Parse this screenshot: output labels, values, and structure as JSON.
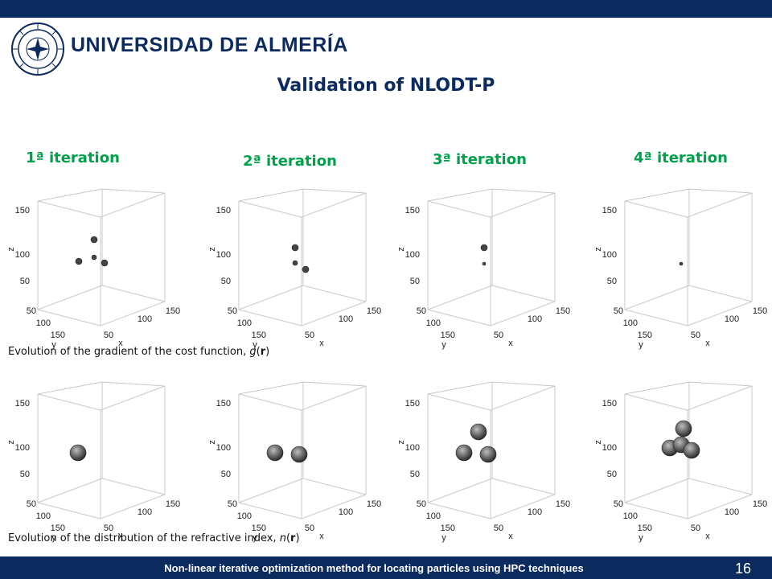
{
  "header": {
    "org_name": "UNIVERSIDAD DE ALMERÍA",
    "logo_icon": "university-seal-icon",
    "colors": {
      "bar": "#0b2a5e",
      "accent": "#00a04a"
    }
  },
  "title": "Validation of NLODT-P",
  "iterations": [
    "1ª iteration",
    "2ª iteration",
    "3ª iteration",
    "4ª iteration"
  ],
  "axis_labels": {
    "z": "z",
    "y": "y",
    "x": "x",
    "z_ticks": [
      "50",
      "100",
      "150"
    ],
    "y_ticks": [
      "50",
      "100",
      "150"
    ],
    "x_ticks": [
      "50",
      "100",
      "150"
    ]
  },
  "captions": {
    "gradient_prefix": "Evolution of the gradient of the cost function, ",
    "gradient_symbol": "g",
    "gradient_open": "(",
    "gradient_var": "r",
    "gradient_close": ")",
    "refractive_prefix": "Evolution of the distribution of the refractive index, ",
    "refractive_symbol": "n",
    "refractive_open": "(",
    "refractive_var": "r",
    "refractive_close": ")"
  },
  "footer": {
    "text": "Non-linear iterative optimization method for locating particles using HPC techniques",
    "page_number": "16"
  }
}
